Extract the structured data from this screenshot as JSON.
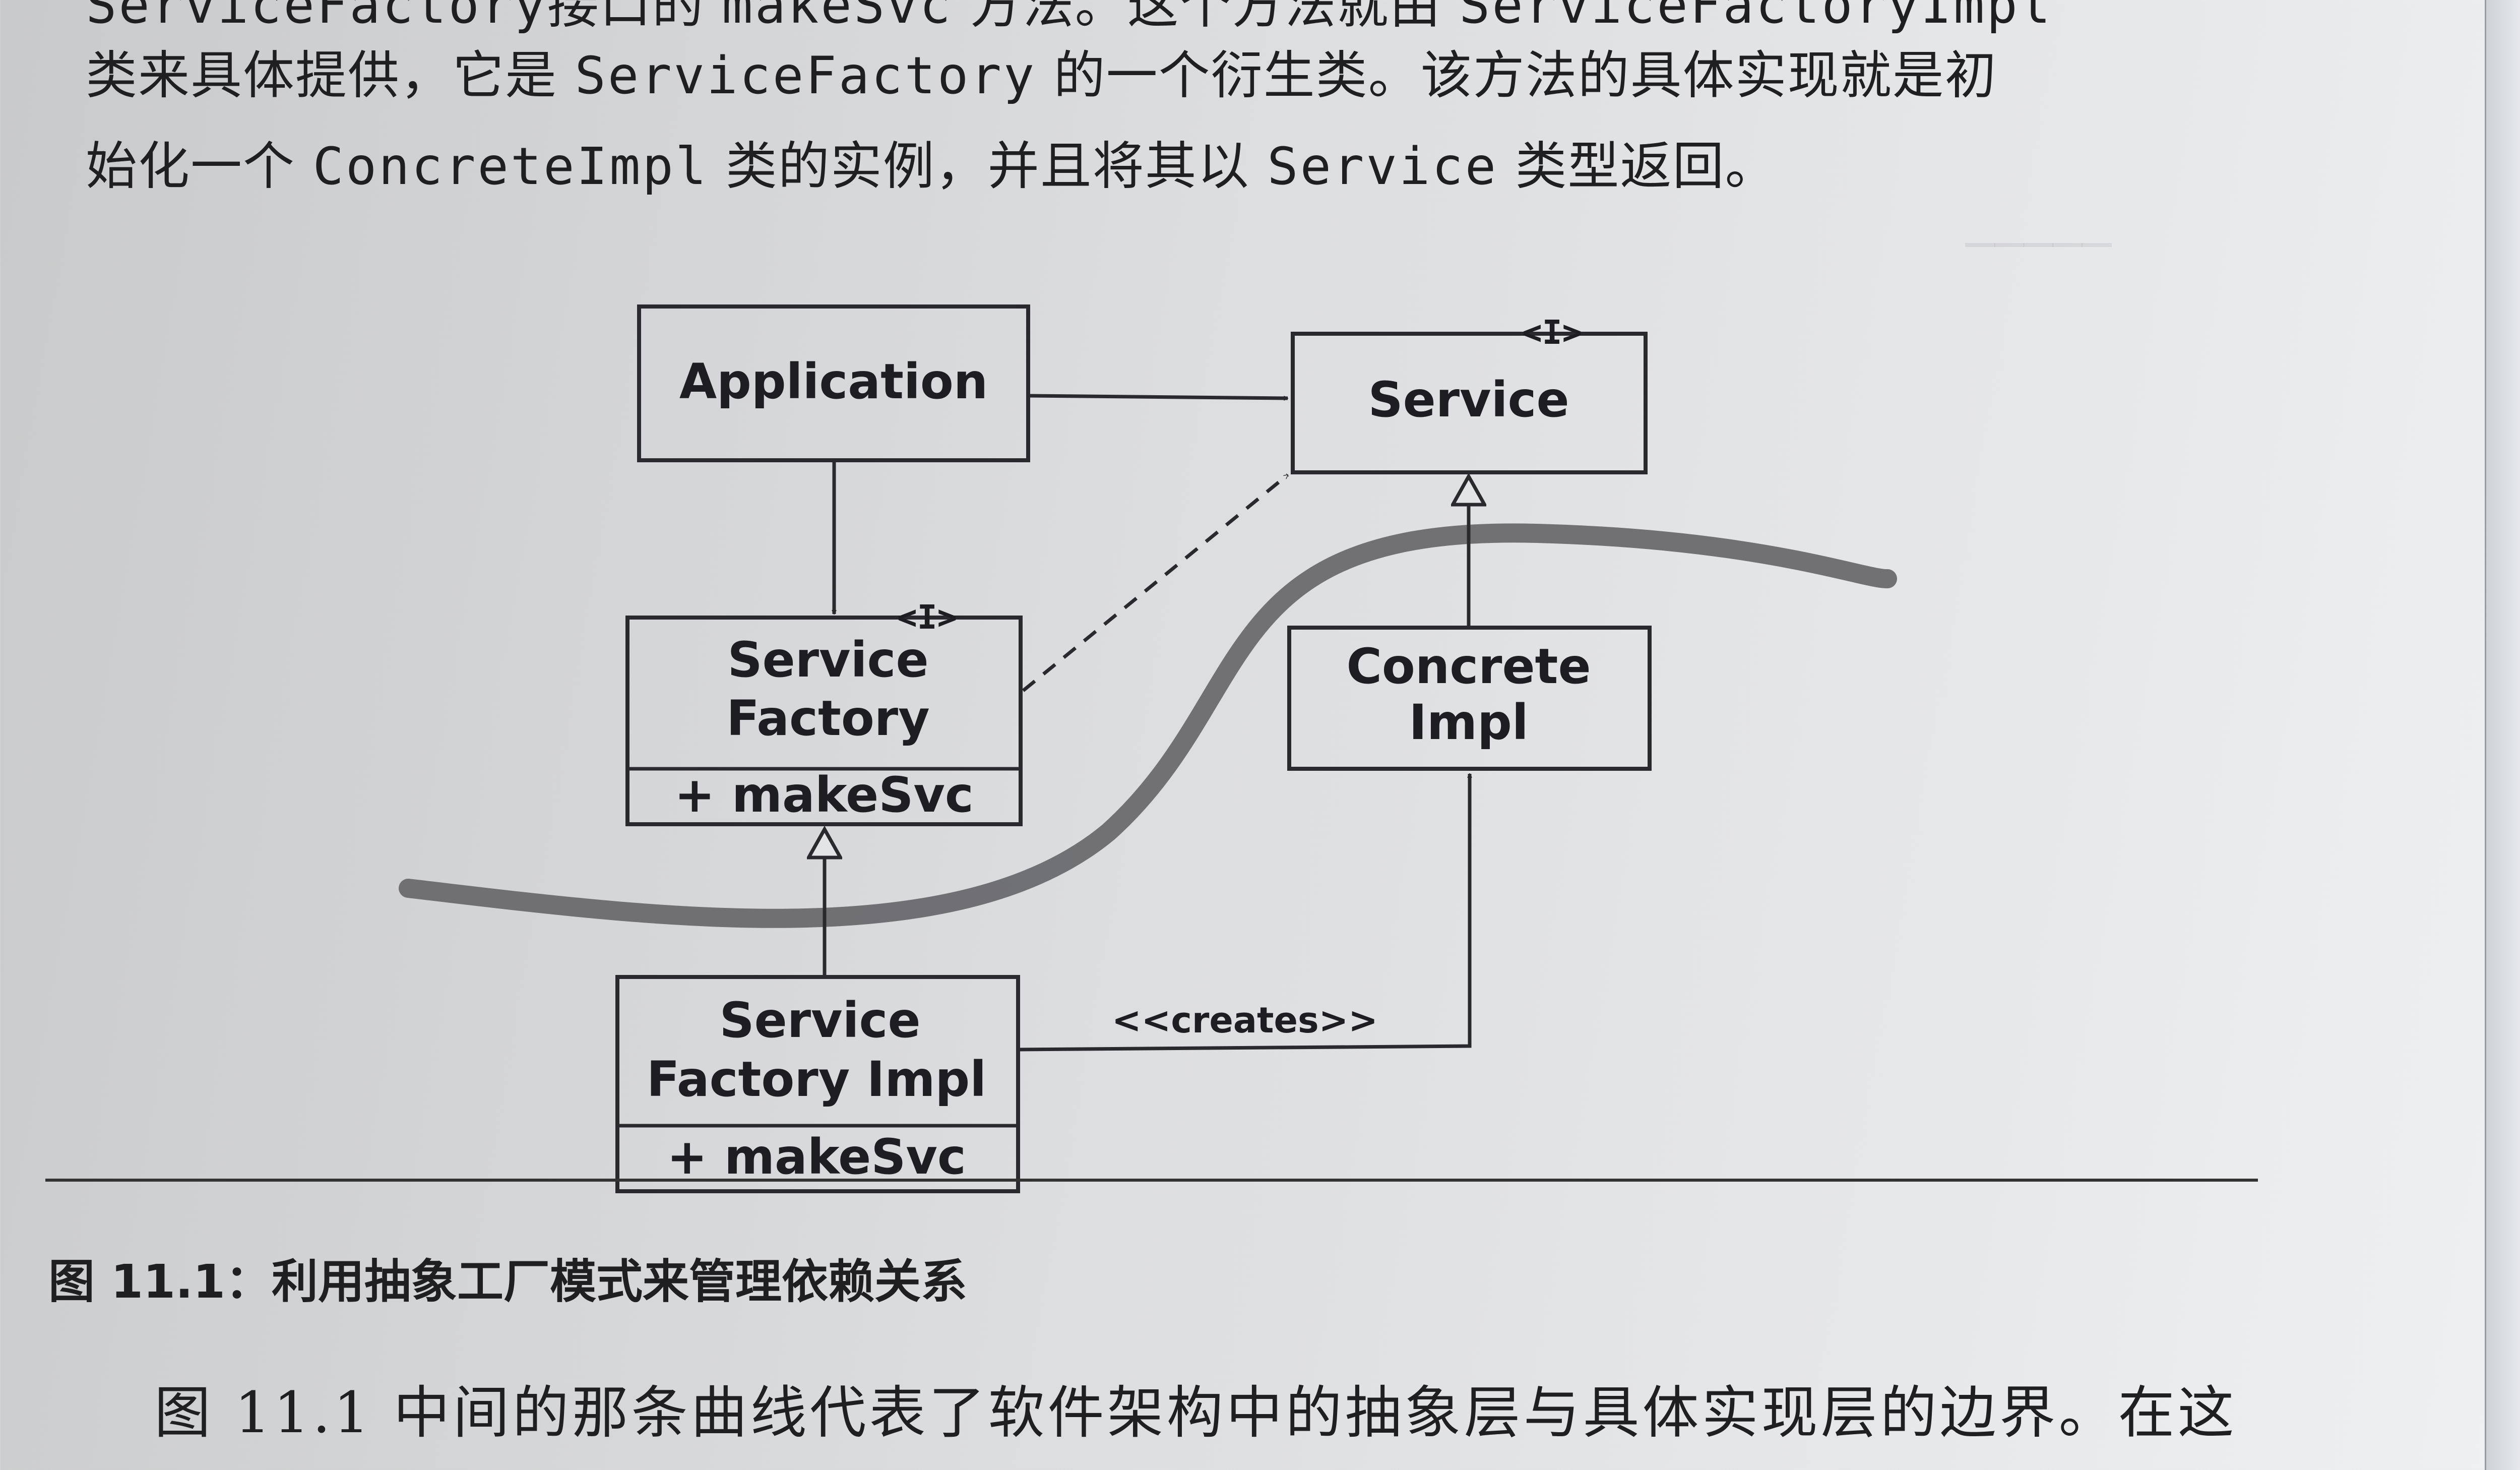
{
  "paragraph_top": {
    "line1": [
      "ServiceFactory",
      "接口的",
      "makeSvc",
      "方法。这个方法就由",
      "ServiceFactoryImpl"
    ],
    "line2": [
      "类来具体提供，它是",
      "ServiceFactory",
      "的一个衍生类。该方法的具体实现就是初"
    ],
    "line3": [
      "始化一个",
      "ConcreteImpl",
      "类的实例，并且将其以",
      "Service",
      "类型返回。"
    ]
  },
  "diagram": {
    "application_label": "Application",
    "service_label": "Service",
    "service_stereotype": "<I>",
    "service_factory_label": [
      "Service",
      "Factory"
    ],
    "service_factory_stereotype": "<I>",
    "service_factory_method": "+ makeSvc",
    "concrete_impl_label": [
      "Concrete",
      "Impl"
    ],
    "service_factory_impl_label": [
      "Service",
      "Factory Impl"
    ],
    "service_factory_impl_method": "+ makeSvc",
    "creates_label": "<<creates>>"
  },
  "caption": "图 11.1：利用抽象工厂模式来管理依赖关系",
  "body_line": "图 11.1 中间的那条曲线代表了软件架构中的抽象层与具体实现层的边界。在这",
  "colors": {
    "ink": "#1f1f22",
    "boundary_curve": "#6a6a6e",
    "page": "#e2e3e5"
  }
}
